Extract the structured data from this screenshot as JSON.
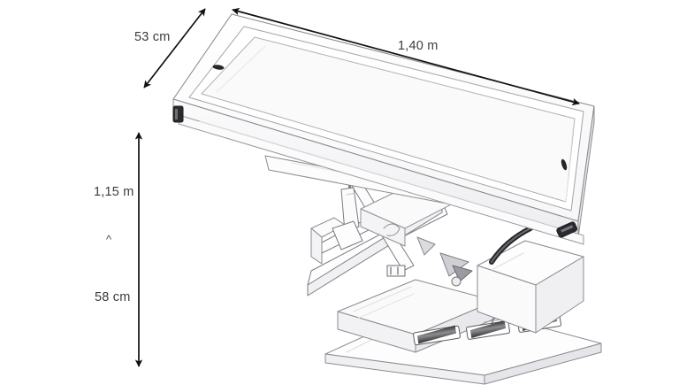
{
  "figure": {
    "title": "Tilting grooming table dimensional drawing",
    "background_color": "#ffffff",
    "line_color": "#6f6f76",
    "dimension_color": "#1a1a1a",
    "text_color": "#3b3b41"
  },
  "dimensions": {
    "depth": {
      "label": "53 cm",
      "value": 53,
      "unit": "cm",
      "axis": "depth"
    },
    "length": {
      "label": "1,40 m",
      "value": 1.4,
      "unit": "m",
      "axis": "length"
    },
    "height_max": {
      "label": "1,15 m",
      "value": 1.15,
      "unit": "m",
      "axis": "height"
    },
    "height_min": {
      "label": "58 cm",
      "value": 58,
      "unit": "cm",
      "axis": "height"
    },
    "range_marker": {
      "label": "^"
    }
  },
  "parts": {
    "tabletop": "table-top-tray",
    "tabletop_rim": "table-top-rim",
    "drain_hole_left": "drain-hole",
    "drain_hole_right": "drain-hole",
    "clamp_left": "corner-clamp",
    "clamp_right": "corner-clamp",
    "actuator": "gas-spring-actuator",
    "linkage": "scissor-linkage-arms",
    "housing": "mechanism-housing",
    "lever": "release-lever",
    "base": "base-platform",
    "foot_pedals": [
      "foot-pedal",
      "foot-pedal",
      "foot-pedal"
    ]
  }
}
